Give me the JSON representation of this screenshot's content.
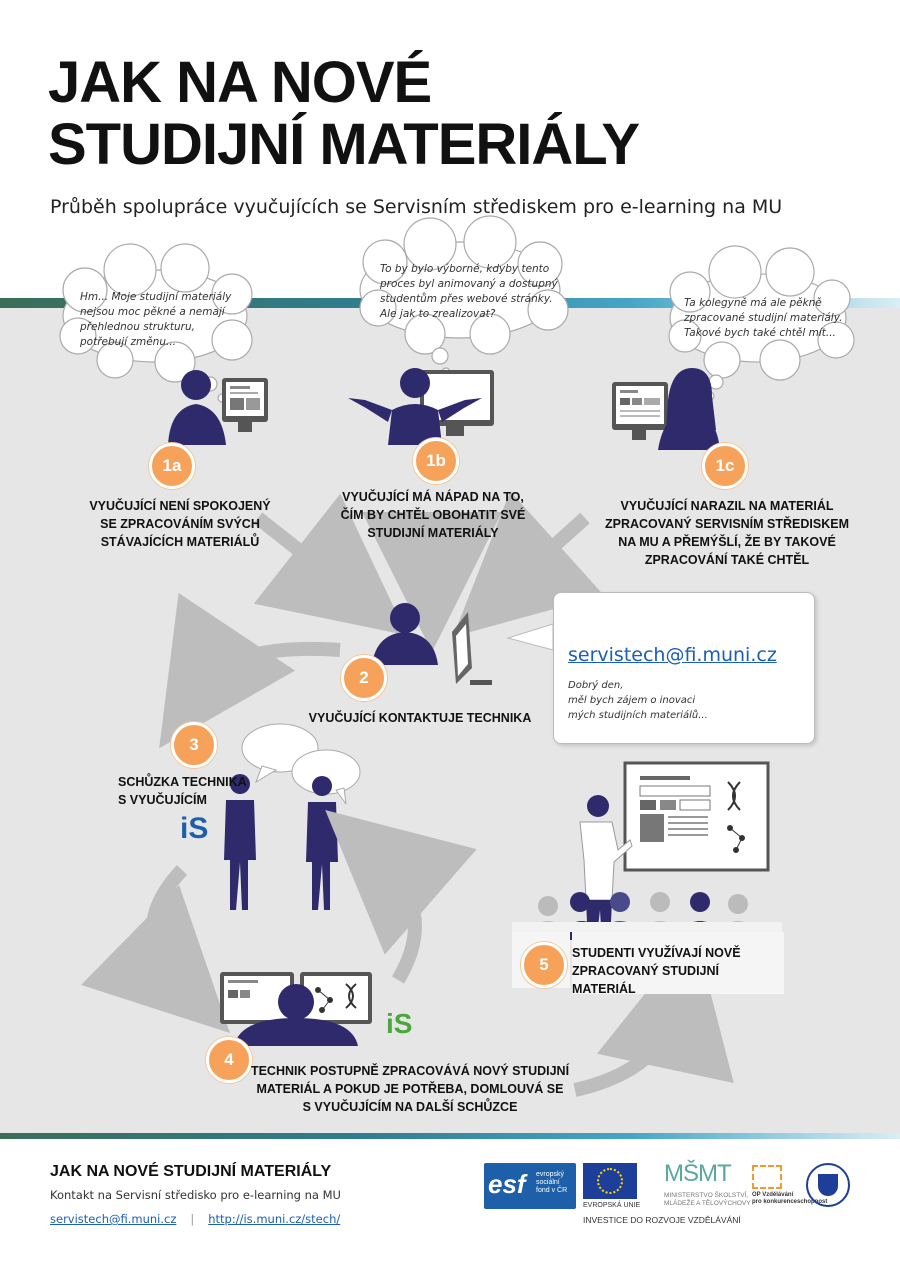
{
  "header": {
    "title_line1": "JAK NA NOVÉ",
    "title_line2": "STUDIJNÍ MATERIÁLY",
    "subtitle": "Průběh spolupráce vyučujících se Servisním střediskem pro e-learning na MU"
  },
  "thoughts": {
    "t1a": [
      "Hm... Moje studijní materiály",
      "nejsou moc pěkné a nemají",
      "přehlednou strukturu,",
      "potřebují změnu..."
    ],
    "t1b": [
      "To by bylo výborné, kdyby tento",
      "proces byl animovaný a dostupný",
      "studentům přes webové stránky.",
      "Ale jak to zrealizovat?"
    ],
    "t1c": [
      "Ta kolegyně má ale pěkně",
      "zpracované studijní materiály.",
      "Takové bych také chtěl mít..."
    ]
  },
  "steps": {
    "s1a": {
      "badge": "1a",
      "lines": [
        "VYUČUJÍCÍ NENÍ SPOKOJENÝ",
        "SE ZPRACOVÁNÍM SVÝCH",
        "STÁVAJÍCÍCH MATERIÁLŮ"
      ]
    },
    "s1b": {
      "badge": "1b",
      "lines": [
        "VYUČUJÍCÍ MÁ NÁPAD NA TO,",
        "ČÍM BY CHTĚL OBOHATIT SVÉ",
        "STUDIJNÍ MATERIÁLY"
      ]
    },
    "s1c": {
      "badge": "1c",
      "lines": [
        "VYUČUJÍCÍ NARAZIL NA MATERIÁL",
        "ZPRACOVANÝ SERVISNÍM STŘEDISKEM",
        "NA MU A PŘEMÝŠLÍ, ŽE BY TAKOVÉ",
        "ZPRACOVÁNÍ TAKÉ CHTĚL"
      ]
    },
    "s2": {
      "badge": "2",
      "lines": [
        "VYUČUJÍCÍ KONTAKTUJE TECHNIKA"
      ]
    },
    "s3": {
      "badge": "3",
      "lines": [
        "SCHŮZKA TECHNIKA",
        "S VYUČUJÍCÍM"
      ]
    },
    "s4": {
      "badge": "4",
      "lines": [
        "TECHNIK POSTUPNĚ ZPRACOVÁVÁ NOVÝ STUDIJNÍ",
        "MATERIÁL A POKUD JE POTŘEBA, DOMLOUVÁ SE",
        "S VYUČUJÍCÍM NA DALŠÍ SCHŮZCE"
      ]
    },
    "s5": {
      "badge": "5",
      "lines": [
        "STUDENTI VYUŽÍVAJÍ NOVĚ",
        "ZPRACOVANÝ STUDIJNÍ MATERIÁL"
      ]
    }
  },
  "email": {
    "address": "servistech@fi.muni.cz",
    "body": [
      "Dobrý den,",
      "měl bych zájem o inovaci",
      "mých studijních materiálů..."
    ]
  },
  "is_logo": "iS",
  "footer": {
    "title": "JAK NA NOVÉ STUDIJNÍ MATERIÁLY",
    "subtitle": "Kontakt na Servisní středisko pro e-learning na MU",
    "link_email": "servistech@fi.muni.cz",
    "separator": "|",
    "link_web": "http://is.muni.cz/stech/",
    "logos": {
      "esf": "esf",
      "esf_text": [
        "evropský",
        "sociální",
        "fond v ČR"
      ],
      "eu_text": "EVROPSKÁ UNIE",
      "msmt": "MŠMT",
      "msmt_text": [
        "MINISTERSTVO ŠKOLSTVÍ,",
        "MLÁDEŽE A TĚLOVÝCHOVY"
      ],
      "op_text": [
        "OP Vzdělávání",
        "pro konkurenceschopnost"
      ],
      "investice": "INVESTICE DO ROZVOJE VZDĚLÁVÁNÍ"
    }
  },
  "colors": {
    "badge": "#f7a25a",
    "figure": "#2e2a6b",
    "arrow": "#bdbdbd",
    "link": "#1a5fb4",
    "is_green": "#4aa83b",
    "is_blue": "#1d5fa8"
  }
}
